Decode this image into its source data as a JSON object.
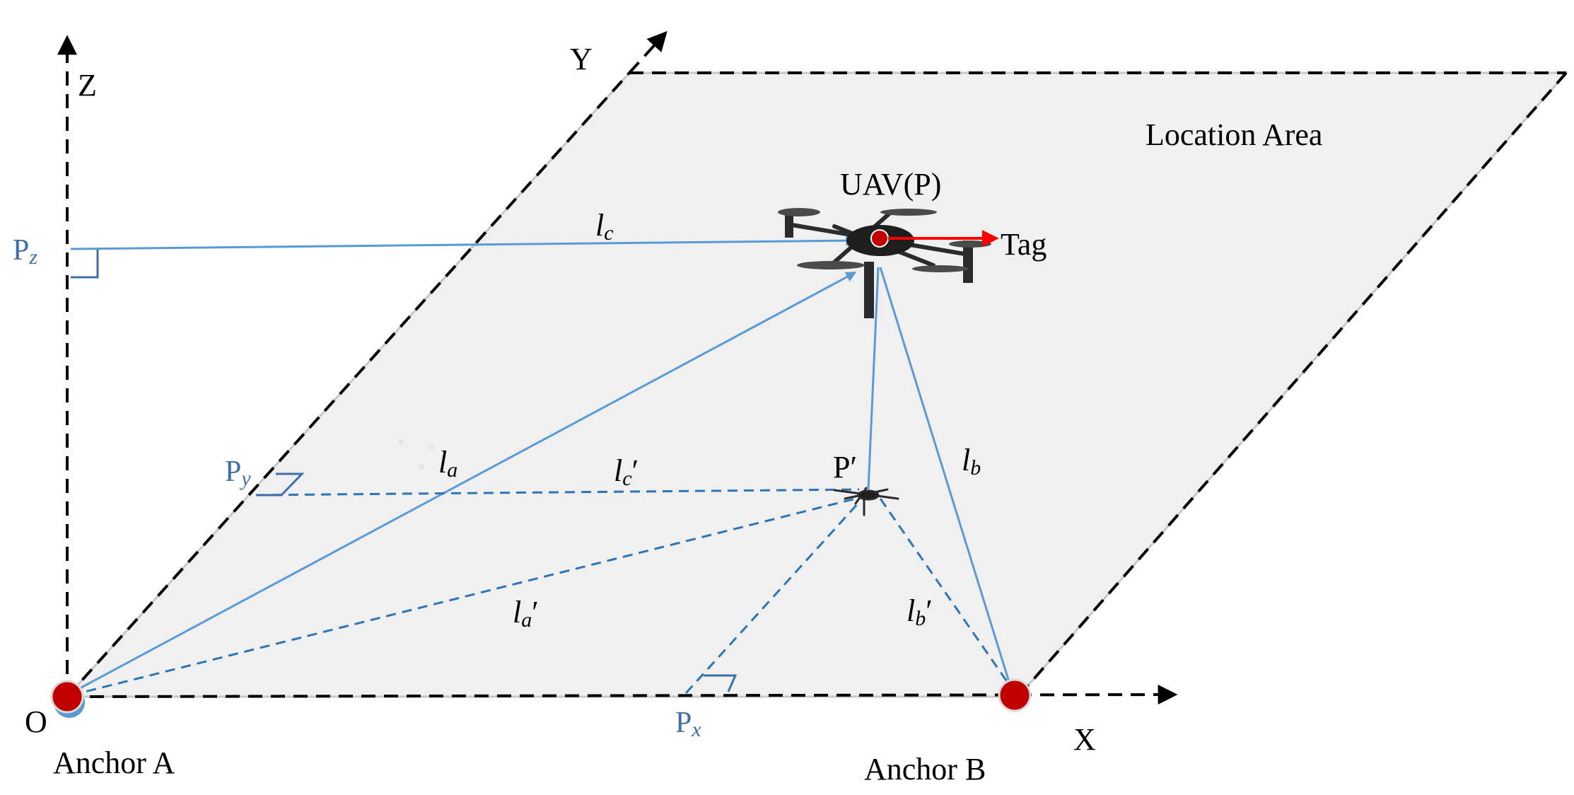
{
  "labels": {
    "z_axis": "Z",
    "y_axis": "Y",
    "x_axis": "X",
    "origin": "O",
    "location_area": "Location Area",
    "uav": "UAV(P)",
    "tag": "Tag",
    "anchor_a": "Anchor A",
    "anchor_b": "Anchor B",
    "p_prime": "P′",
    "pz": {
      "base": "P",
      "sub": "z"
    },
    "py": {
      "base": "P",
      "sub": "y"
    },
    "px": {
      "base": "P",
      "sub": "x"
    },
    "la": {
      "base": "l",
      "sub": "a"
    },
    "lb": {
      "base": "l",
      "sub": "b"
    },
    "lc": {
      "base": "l",
      "sub": "c"
    },
    "la_prime": {
      "base": "l",
      "sub": "a",
      "prime": "′"
    },
    "lb_prime": {
      "base": "l",
      "sub": "b",
      "prime": "′"
    },
    "lc_prime": {
      "base": "l",
      "sub": "c",
      "prime": "′"
    }
  },
  "colors": {
    "axis": "#000000",
    "plane_fill": "#f0f0f0",
    "solid_line": "#5b9bd5",
    "dashed_line": "#2e75b6",
    "marker_label": "#3f6fa8",
    "anchor": "#c00000",
    "tag_arrow": "#ff0000"
  }
}
